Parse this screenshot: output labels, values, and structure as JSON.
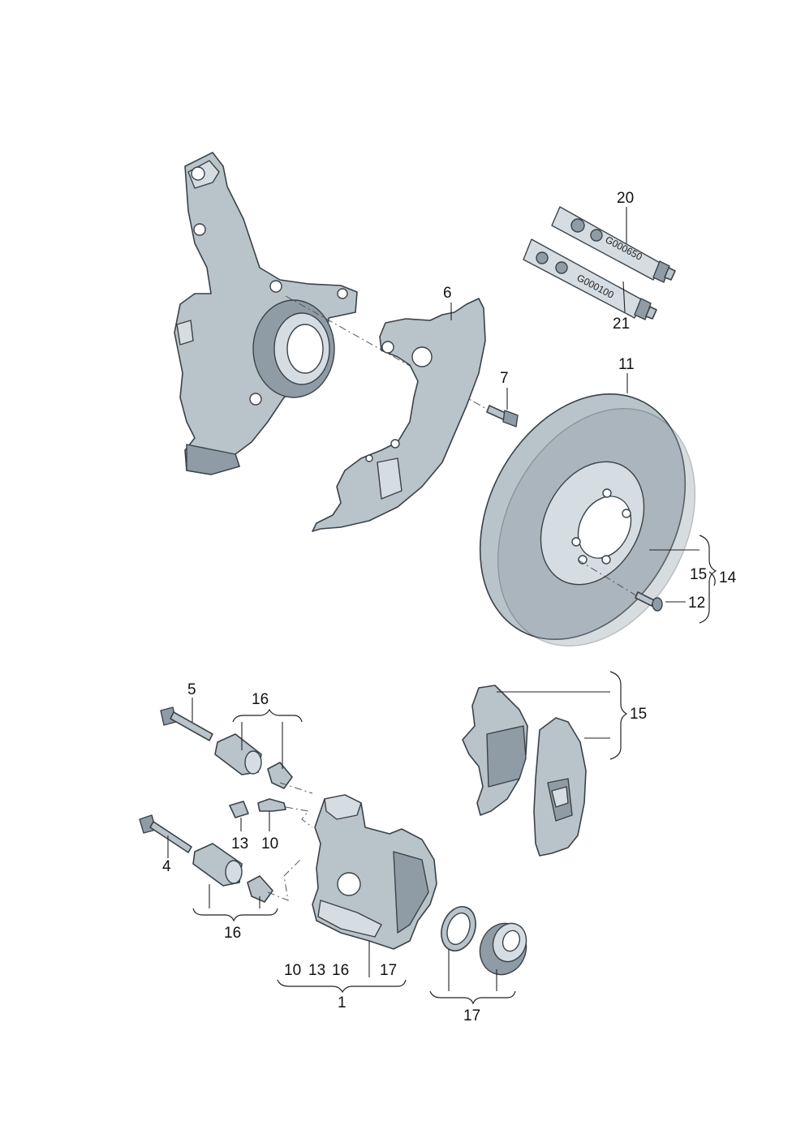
{
  "diagram": {
    "callouts": {
      "c1": "1",
      "c4": "4",
      "c5": "5",
      "c6": "6",
      "c7": "7",
      "c10a": "10",
      "c10b": "10",
      "c11": "11",
      "c12": "12",
      "c13a": "13",
      "c13b": "13",
      "c14": "14",
      "c15a": "15",
      "c15b": "15",
      "c16a": "16",
      "c16b": "16",
      "c16c": "16",
      "c17a": "17",
      "c17b": "17",
      "c20": "20",
      "c21": "21"
    },
    "tube_labels": {
      "t20": "G000650",
      "t21": "G000100"
    },
    "colors": {
      "metal": "#b9c3ca",
      "metal_light": "#d6dde2",
      "metal_dark": "#8f9ca6",
      "outline": "#3a4247"
    }
  }
}
